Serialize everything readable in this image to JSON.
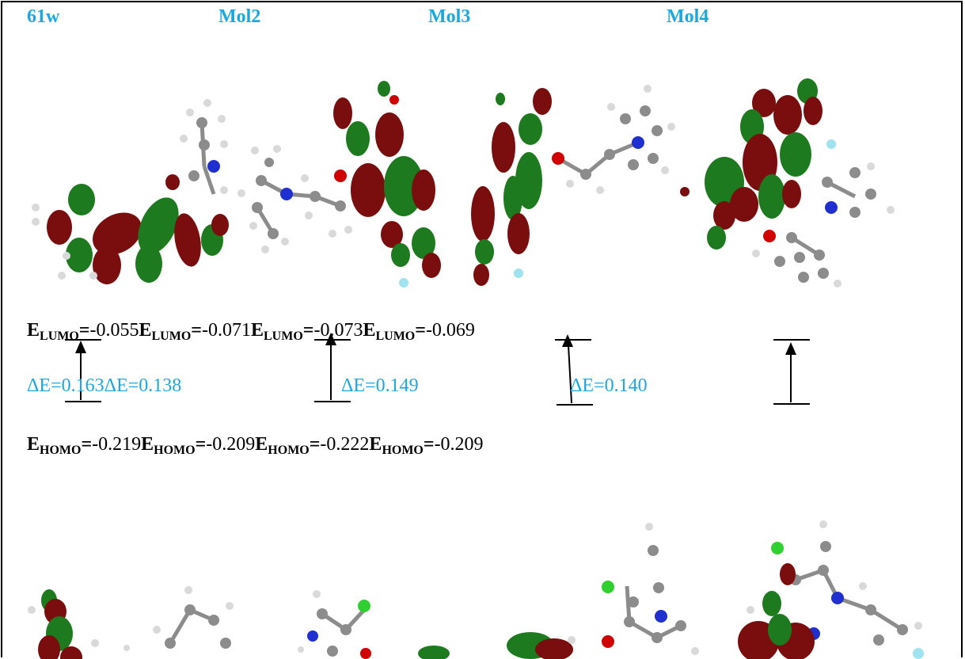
{
  "molecules": [
    "61w",
    "Mol2",
    "Mol3",
    "Mol4"
  ],
  "lumo_row": {
    "label_main": "E",
    "label_sub": "LUMO",
    "eq": "=",
    "values": [
      "-0.055",
      "-0.071",
      "-0.073",
      "-0.069"
    ]
  },
  "gap_row": {
    "values": [
      "ΔE=0.163",
      "ΔE=0.138",
      "ΔE=0.149",
      "ΔE=0.140"
    ]
  },
  "homo_row": {
    "label_main": "E",
    "label_sub": "HOMO",
    "eq": "=",
    "values": [
      "-0.219",
      "-0.209",
      "-0.222",
      "-0.209"
    ]
  },
  "colors": {
    "accent_blue": "#1ba8e0",
    "orbital_red": "#7a0e0e",
    "orbital_green": "#1e7a1e",
    "carbon": "#8c8c8c",
    "hydrogen": "#d9d9d9",
    "nitrogen": "#1f2fd0",
    "oxygen": "#d00000",
    "chlorine": "#2fd02f",
    "fluorine": "#9fe3f0"
  }
}
